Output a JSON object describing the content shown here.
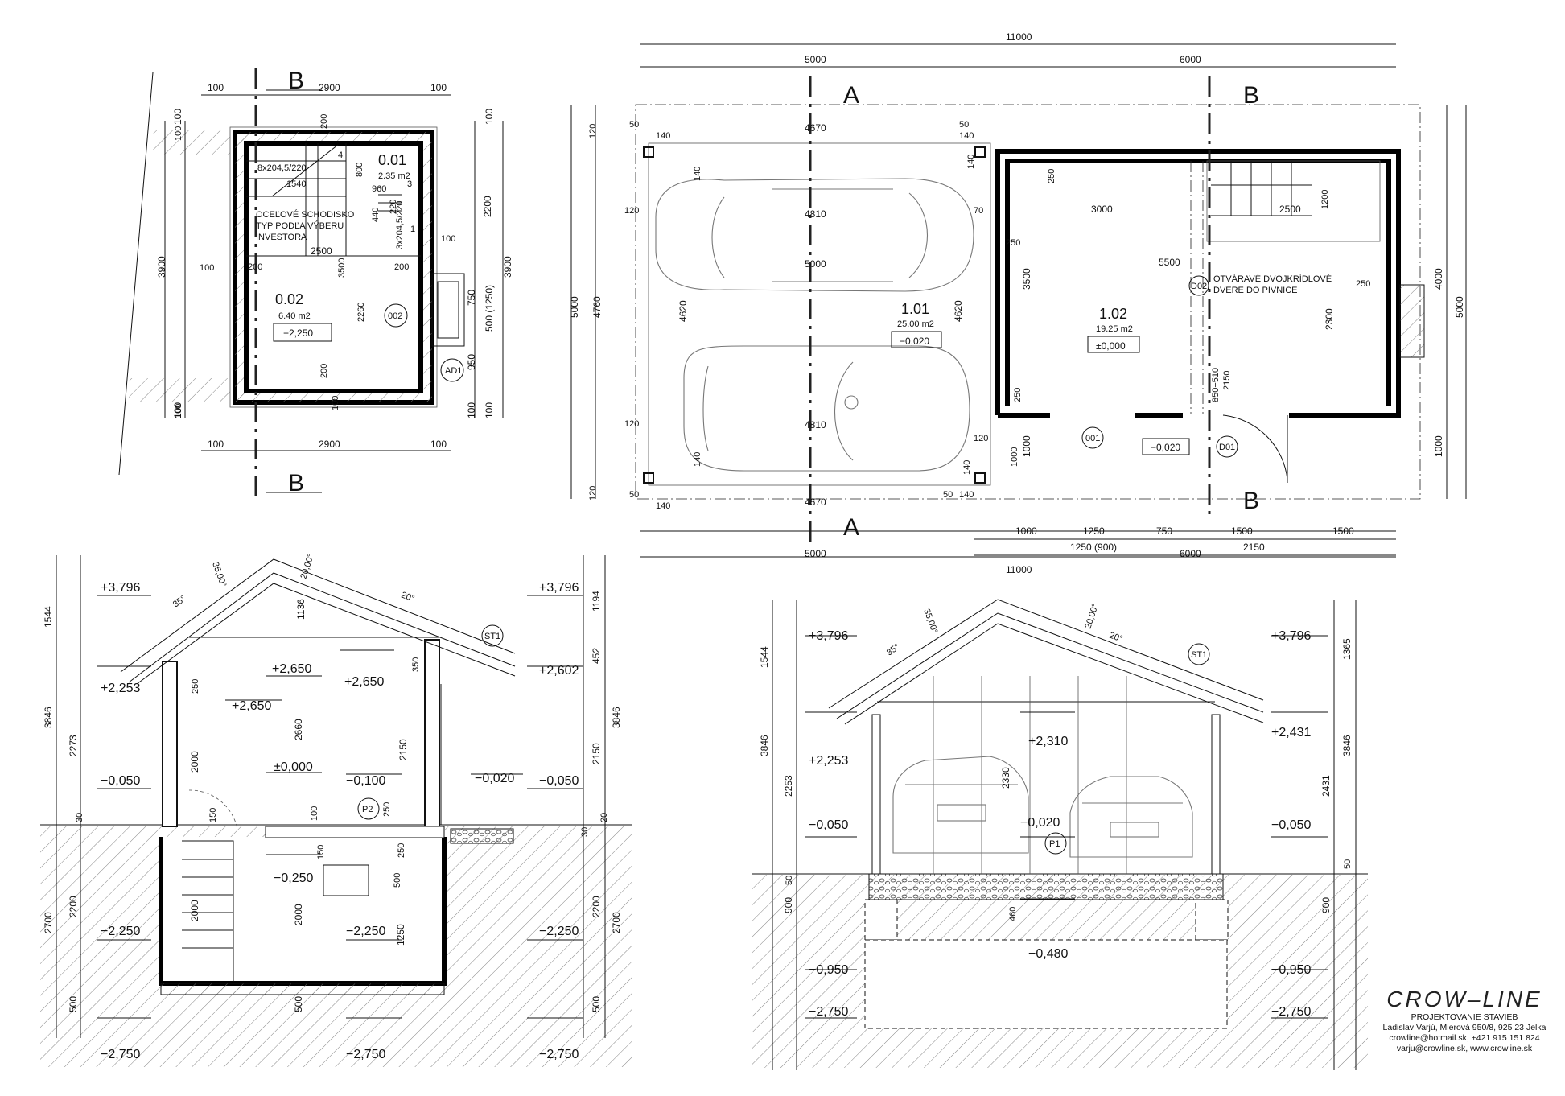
{
  "plan_small": {
    "section_b": "B",
    "dims_top": [
      "100",
      "2900",
      "100"
    ],
    "dims_bottom": [
      "100",
      "2900",
      "100"
    ],
    "dims_left": [
      "100",
      "3900",
      "100"
    ],
    "dims_right": [
      "100",
      "2200",
      "3900",
      "750",
      "500 (1250)",
      "950",
      "100",
      "100"
    ],
    "room_001": {
      "number": "0.01",
      "area": "2.35 m2"
    },
    "room_002": {
      "number": "0.02",
      "area": "6.40 m2",
      "level": "−2,250"
    },
    "stair_note": [
      "OCEĽOVÉ SCHODISKO",
      "TYP PODĽA VÝBERU",
      "INVESTORA"
    ],
    "stair_main": "8x204,5/220",
    "stair_small": "3x204,5/220",
    "inner_dims": [
      "1540",
      "800",
      "960",
      "440",
      "220",
      "2500",
      "3500",
      "2260",
      "200",
      "200",
      "200",
      "200",
      "100",
      "100",
      "100",
      "100",
      "100",
      "4",
      "3",
      "1"
    ],
    "tags": [
      "002",
      "AD1"
    ]
  },
  "plan_big": {
    "section_a": "A",
    "section_b": "B",
    "dims_top": [
      "11000",
      "5000",
      "6000",
      "4670",
      "50",
      "140",
      "50",
      "140",
      "120",
      "140",
      "70",
      "120",
      "140"
    ],
    "dims_bottom": [
      "1000",
      "1250",
      "750",
      "1500",
      "1500",
      "1250 (900)",
      "2150",
      "5000",
      "6000",
      "11000",
      "4670",
      "50",
      "140",
      "50",
      "140",
      "120",
      "140",
      "140"
    ],
    "dims_left": [
      "5000",
      "4760",
      "120",
      "120"
    ],
    "dims_right": [
      "4000",
      "5000",
      "1000",
      "1000"
    ],
    "car_dims": [
      "4810",
      "5000",
      "4810",
      "4620",
      "4620"
    ],
    "garage_dims": [
      "3000",
      "5500",
      "2500",
      "250",
      "250",
      "250",
      "250",
      "3500",
      "2300",
      "1200",
      "850+510",
      "2150",
      "1000"
    ],
    "room_101": {
      "number": "1.01",
      "area": "25.00 m2",
      "level": "−0,020"
    },
    "room_102": {
      "number": "1.02",
      "area": "19.25 m2",
      "level": "±0,000"
    },
    "door_note": [
      "OTVÁRAVÉ DVOJKRÍDLOVÉ",
      "DVERE DO PIVNICE"
    ],
    "tags": [
      "D02",
      "001",
      "D01"
    ],
    "outside_level": "−0,020"
  },
  "section_b": {
    "levels": [
      "+3,796",
      "+3,796",
      "+2,253",
      "+2,602",
      "+2,650",
      "+2,650",
      "+2,650",
      "±0,000",
      "−0,100",
      "−0,050",
      "−0,020",
      "−0,050",
      "−0,250",
      "−2,250",
      "−2,250",
      "−2,250",
      "−2,750",
      "−2,750",
      "−2,750"
    ],
    "dims_left": [
      "1544",
      "3846",
      "2273",
      "30",
      "2200",
      "2700",
      "500"
    ],
    "dims_right": [
      "1194",
      "452",
      "3846",
      "2150",
      "20",
      "30",
      "2200",
      "2700",
      "500"
    ],
    "inner": [
      "1136",
      "350",
      "250",
      "2660",
      "2150",
      "2000",
      "150",
      "100",
      "250",
      "150",
      "250",
      "500",
      "2000",
      "1250",
      "2000",
      "500"
    ],
    "angles": [
      "35,00°",
      "20,00°",
      "35°",
      "20°"
    ],
    "tags": [
      "ST1",
      "P2"
    ]
  },
  "section_a": {
    "levels": [
      "+3,796",
      "+3,796",
      "+2,253",
      "+2,431",
      "+2,310",
      "−0,050",
      "−0,020",
      "−0,050",
      "−0,480",
      "−0,950",
      "−0,950",
      "−2,750",
      "−2,750"
    ],
    "dims_left": [
      "1544",
      "3846",
      "2253",
      "50",
      "900"
    ],
    "dims_right": [
      "1365",
      "3846",
      "2431",
      "50",
      "900"
    ],
    "inner": [
      "2330",
      "460"
    ],
    "angles": [
      "35,00°",
      "20,00°",
      "35°",
      "20°"
    ],
    "tags": [
      "ST1",
      "P1"
    ]
  },
  "logo": {
    "brand": "CROW–LINE",
    "line1": "PROJEKTOVANIE STAVIEB",
    "line2": "Ladislav Varjú, Mierová 950/8, 925 23 Jelka",
    "line3": "crowline@hotmail.sk, +421 915 151 824",
    "line4": "varju@crowline.sk, www.crowline.sk"
  }
}
